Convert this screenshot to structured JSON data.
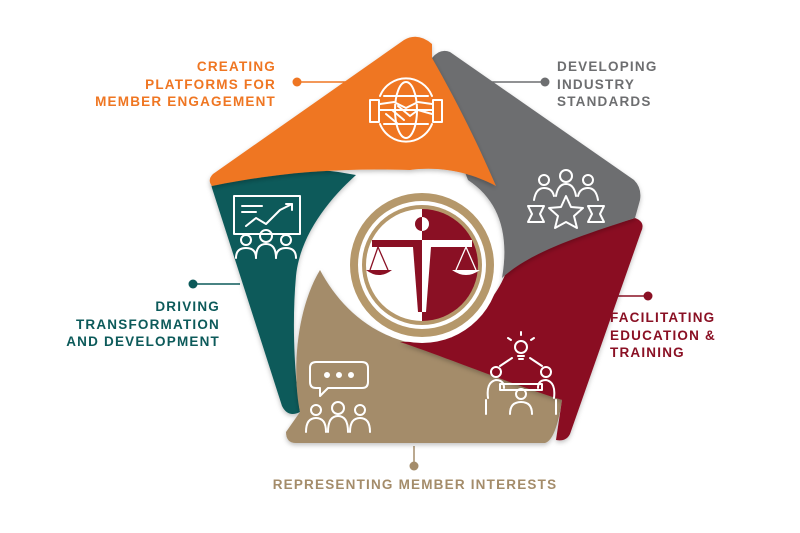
{
  "colors": {
    "orange": "#ef7622",
    "gray": "#6d6e70",
    "maroon": "#8a1024",
    "tan": "#a48c6a",
    "teal": "#0c5a5a",
    "gold": "#b5986b",
    "white": "#ffffff"
  },
  "segments": [
    {
      "id": "engagement",
      "color": "orange",
      "icon": "globe-handshake-icon",
      "lines": [
        "CREATING",
        "PLATFORMS FOR",
        "MEMBER ENGAGEMENT"
      ]
    },
    {
      "id": "standards",
      "color": "gray",
      "icon": "team-star-icon",
      "lines": [
        "DEVELOPING",
        "INDUSTRY",
        "STANDARDS"
      ]
    },
    {
      "id": "education",
      "color": "maroon",
      "icon": "lightbulb-meeting-icon",
      "lines": [
        "FACILITATING",
        "EDUCATION &",
        "TRAINING"
      ]
    },
    {
      "id": "interests",
      "color": "tan",
      "icon": "speech-bubble-group-icon",
      "lines": [
        "REPRESENTING MEMBER INTERESTS"
      ]
    },
    {
      "id": "transformation",
      "color": "teal",
      "icon": "presentation-chart-icon",
      "lines": [
        "DRIVING",
        "TRANSFORMATION",
        "AND DEVELOPMENT"
      ]
    }
  ],
  "center_icon": "scales-of-justice-icon"
}
